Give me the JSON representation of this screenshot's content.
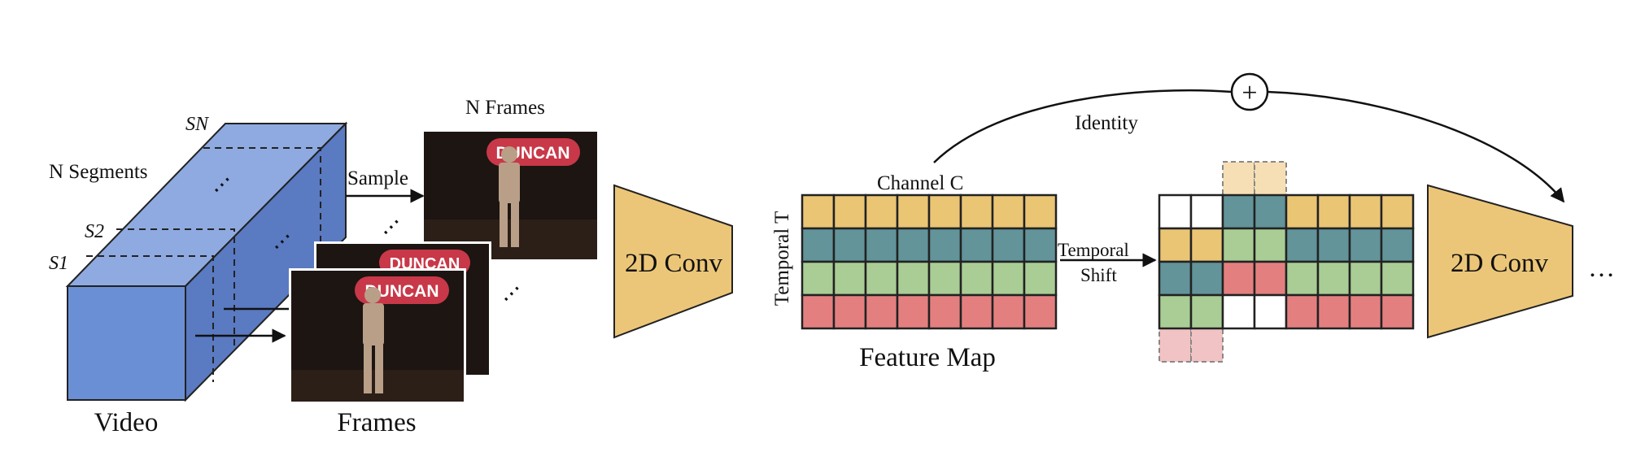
{
  "labels": {
    "n_segments": "N Segments",
    "s_n": "SN",
    "s_2": "S2",
    "s_1": "S1",
    "video": "Video",
    "sample": "Sample",
    "n_frames": "N Frames",
    "frames": "Frames",
    "ellipsis": "⋯",
    "conv_left": "2D Conv",
    "channel": "Channel C",
    "temporal_axis": "Temporal T",
    "feature_map": "Feature Map",
    "temporal_shift_line1": "Temporal",
    "temporal_shift_line2": "Shift",
    "identity": "Identity",
    "plus": "+",
    "conv_right": "2D Conv",
    "trailing_ellipsis": "…"
  },
  "frame_sign_text": "DUNCAN",
  "colors": {
    "cuboid_front": "#6b8fd4",
    "cuboid_top": "#8eaae0",
    "cuboid_side": "#5a7ac2",
    "conv": "#ecc678",
    "row_yellow": "#eac574",
    "row_teal": "#62949a",
    "row_green": "#a9cd94",
    "row_red": "#e47f80",
    "ghost_yellow": "#f6dfb5",
    "ghost_red": "#f2c3c4",
    "frame_bg": "#1c1512",
    "sign_red": "#c83848"
  },
  "feature_map": {
    "channels": 8,
    "rows": [
      "row_yellow",
      "row_teal",
      "row_green",
      "row_red"
    ]
  },
  "shifted_map": {
    "rows": [
      [
        "empty",
        "empty",
        "row_teal",
        "row_teal",
        "row_yellow",
        "row_yellow",
        "row_yellow",
        "row_yellow"
      ],
      [
        "row_yellow",
        "row_yellow",
        "row_green",
        "row_green",
        "row_teal",
        "row_teal",
        "row_teal",
        "row_teal"
      ],
      [
        "row_teal",
        "row_teal",
        "row_red",
        "row_red",
        "row_green",
        "row_green",
        "row_green",
        "row_green"
      ],
      [
        "row_green",
        "row_green",
        "empty",
        "empty",
        "row_red",
        "row_red",
        "row_red",
        "row_red"
      ]
    ],
    "ghost_top": "ghost_yellow",
    "ghost_bottom": "ghost_red"
  }
}
